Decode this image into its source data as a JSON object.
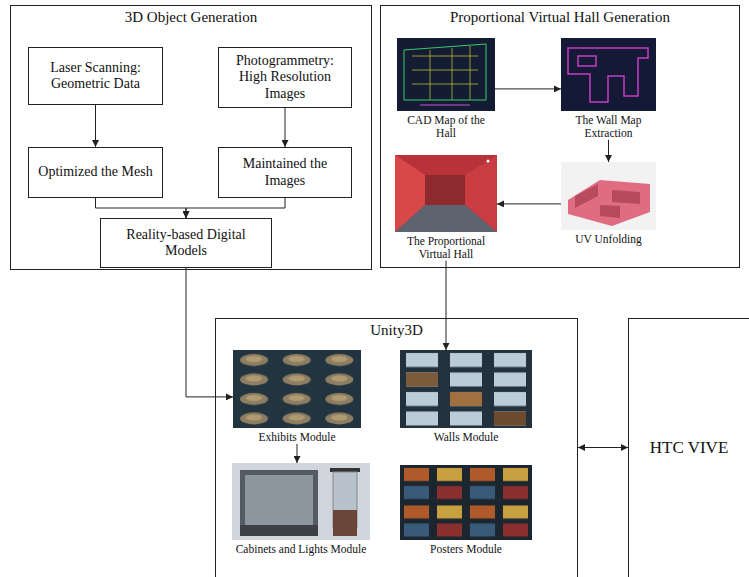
{
  "diagram": {
    "nodes": [
      {
        "text": [
          "3D Object Generation"
        ]
      },
      {
        "text": [
          "Laser Scanning: Geometric Data"
        ],
        "in": 0
      },
      {
        "text": [
          "Photogrammetry: High Resolution Images"
        ],
        "in": 0
      },
      {
        "text": [
          "Optimized the Mesh"
        ],
        "in": 0
      },
      {
        "text": [
          "Maintained the Images"
        ],
        "in": 0
      },
      {
        "text": [
          "Reality-based Digital Models"
        ],
        "in": 0
      },
      {
        "text": [
          "Proportional Virtual Hall Generation"
        ]
      },
      {
        "text": [
          "CAD Map of the Hall"
        ],
        "in": 6
      },
      {
        "text": [
          "The Wall Map Extraction"
        ],
        "in": 6
      },
      {
        "text": [
          "The Proportional Virtual Hall"
        ],
        "in": 6
      },
      {
        "text": [
          "UV Unfolding"
        ],
        "in": 6
      },
      {
        "text": [
          "Unity3D"
        ]
      },
      {
        "text": [
          "Exhibits Module"
        ],
        "in": 11
      },
      {
        "text": [
          "Walls Module"
        ],
        "in": 11
      },
      {
        "text": [
          "Cabinets and Lights Module"
        ],
        "in": 11
      },
      {
        "text": [
          "Posters Module"
        ],
        "in": 11
      },
      {
        "text": [
          "HTC VIVE"
        ]
      }
    ],
    "edges": [
      {
        "from": 1,
        "to": 3,
        "arrow": "to"
      },
      {
        "from": 2,
        "to": 4,
        "arrow": "to"
      },
      {
        "from": 3,
        "to": 5,
        "arrow": "to"
      },
      {
        "from": 4,
        "to": 5,
        "arrow": "to"
      },
      {
        "from": 5,
        "to": 12,
        "arrow": "to"
      },
      {
        "from": 7,
        "to": 8,
        "arrow": "to"
      },
      {
        "from": 8,
        "to": 10,
        "arrow": "to"
      },
      {
        "from": 10,
        "to": 9,
        "arrow": "to"
      },
      {
        "from": 9,
        "to": 13,
        "arrow": "to"
      },
      {
        "from": 12,
        "to": 14,
        "arrow": "to"
      },
      {
        "from": 11,
        "to": 16,
        "arrow": "both"
      }
    ]
  }
}
